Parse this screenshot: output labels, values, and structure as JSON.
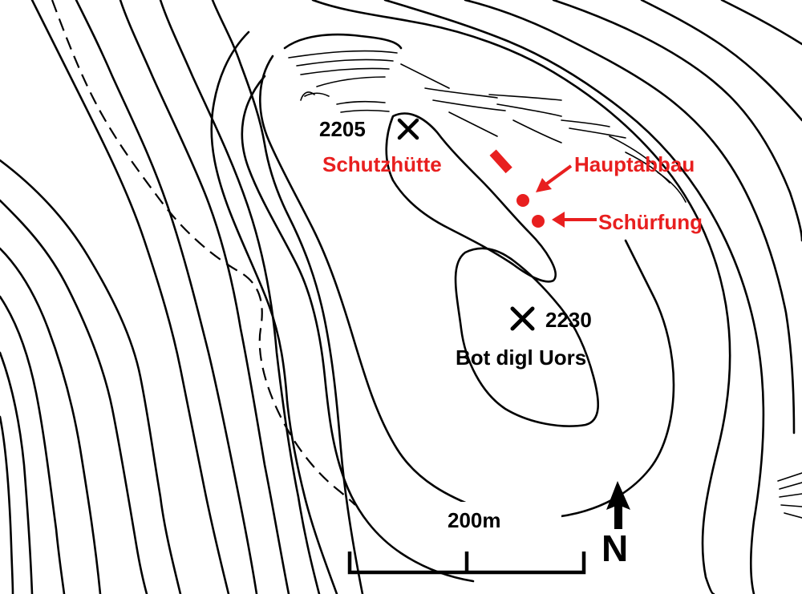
{
  "summits": [
    {
      "elevation": "2205",
      "name": ""
    },
    {
      "elevation": "2230",
      "name": "Bot digl Uors"
    }
  ],
  "features": {
    "hut": "Schutzhütte",
    "main_mine": "Hauptabbau",
    "prospect": "Schürfung"
  },
  "scale_bar": {
    "label": "200m"
  },
  "north_arrow": {
    "label": "N"
  },
  "colors": {
    "features": "#e81f1f",
    "lines": "#000000"
  },
  "icons": {
    "summit": "x-cross-icon",
    "hut": "rectangle-icon",
    "mine": "dot-icon",
    "pointer": "arrow-icon",
    "north": "north-arrow-icon"
  }
}
